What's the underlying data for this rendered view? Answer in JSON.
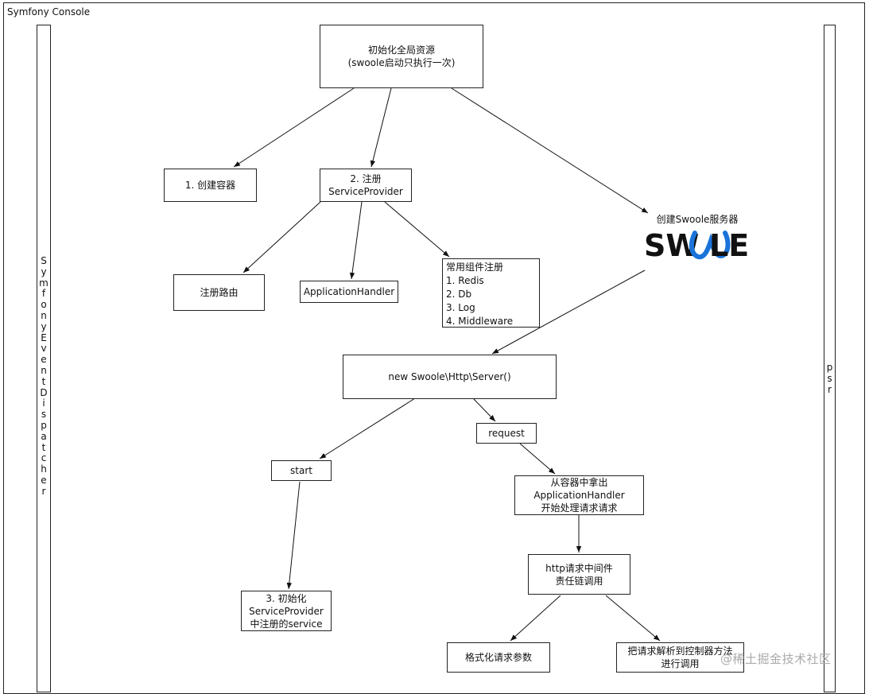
{
  "container": {
    "title": "Symfony Console"
  },
  "left_lane": {
    "text": "SymfonyEventDispatcher"
  },
  "right_lane": {
    "text": "psr"
  },
  "nodes": {
    "init": {
      "text": "初始化全局资源\n(swoole启动只执行一次)"
    },
    "create_container": {
      "text": "1. 创建容器"
    },
    "register_sp": {
      "text": "2. 注册\nServiceProvider"
    },
    "register_route": {
      "text": "注册路由"
    },
    "app_handler": {
      "text": "ApplicationHandler"
    },
    "components": {
      "title": "常用组件注册",
      "items": [
        "1. Redis",
        "2. Db",
        "3. Log",
        "4. Middleware"
      ]
    },
    "create_swoole": {
      "text": "创建Swoole服务器"
    },
    "http_server": {
      "text": "new Swoole\\Http\\Server()"
    },
    "start": {
      "text": "start"
    },
    "request": {
      "text": "request"
    },
    "fetch_handler": {
      "text": "从容器中拿出\nApplicationHandler\n开始处理请求请求"
    },
    "init_sp": {
      "text": "3. 初始化\nServiceProvider\n中注册的service"
    },
    "middleware_chain": {
      "text": "http请求中间件\n责任链调用"
    },
    "format_params": {
      "text": "格式化请求参数"
    },
    "dispatch_controller": {
      "text": "把请求解析到控制器方法\n进行调用"
    }
  },
  "logo": {
    "text": "SWOOLE",
    "letters_left": "SW",
    "letters_right": "LE",
    "accent_color": "#1a73d9"
  },
  "watermark": {
    "text": "@稀土掘金技术社区"
  }
}
